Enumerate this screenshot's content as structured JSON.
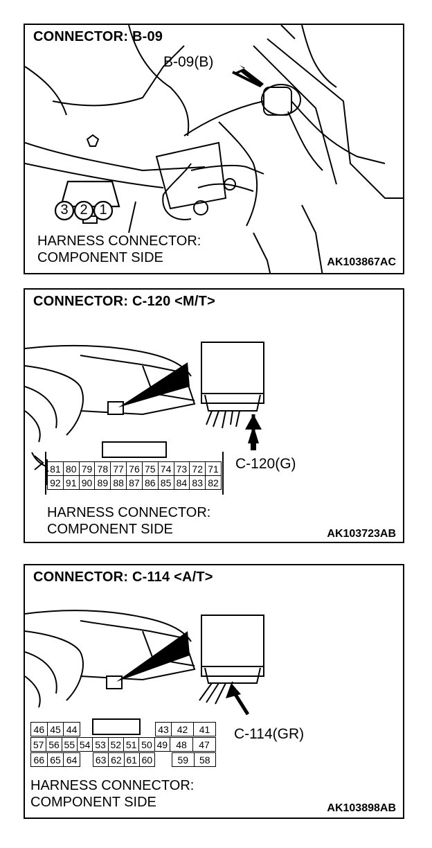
{
  "panels": [
    {
      "title": "CONNECTOR: B-09",
      "callout": "B-09(B)",
      "pins": [
        "3",
        "2",
        "1"
      ],
      "side_line1": "HARNESS CONNECTOR:",
      "side_line2": "COMPONENT SIDE",
      "code": "AK103867AC"
    },
    {
      "title": "CONNECTOR: C-120 <M/T>",
      "callout": "C-120(G)",
      "row1": [
        "81",
        "80",
        "79",
        "78",
        "77",
        "76",
        "75",
        "74",
        "73",
        "72",
        "71"
      ],
      "row2": [
        "92",
        "91",
        "90",
        "89",
        "88",
        "87",
        "86",
        "85",
        "84",
        "83",
        "82"
      ],
      "side_line1": "HARNESS CONNECTOR:",
      "side_line2": "COMPONENT SIDE",
      "code": "AK103723AB"
    },
    {
      "title": "CONNECTOR: C-114 <A/T>",
      "callout": "C-114(GR)",
      "row1": [
        "46",
        "45",
        "44",
        "",
        "",
        "",
        "",
        "",
        "",
        "43",
        "42",
        "41"
      ],
      "row2": [
        "57",
        "56",
        "55",
        "54",
        "53",
        "52",
        "51",
        "50",
        "49",
        "48",
        "47"
      ],
      "row3": [
        "66",
        "65",
        "64",
        "63",
        "62",
        "61",
        "60",
        "59",
        "58"
      ],
      "side_line1": "HARNESS CONNECTOR:",
      "side_line2": "COMPONENT SIDE",
      "code": "AK103898AB"
    }
  ]
}
